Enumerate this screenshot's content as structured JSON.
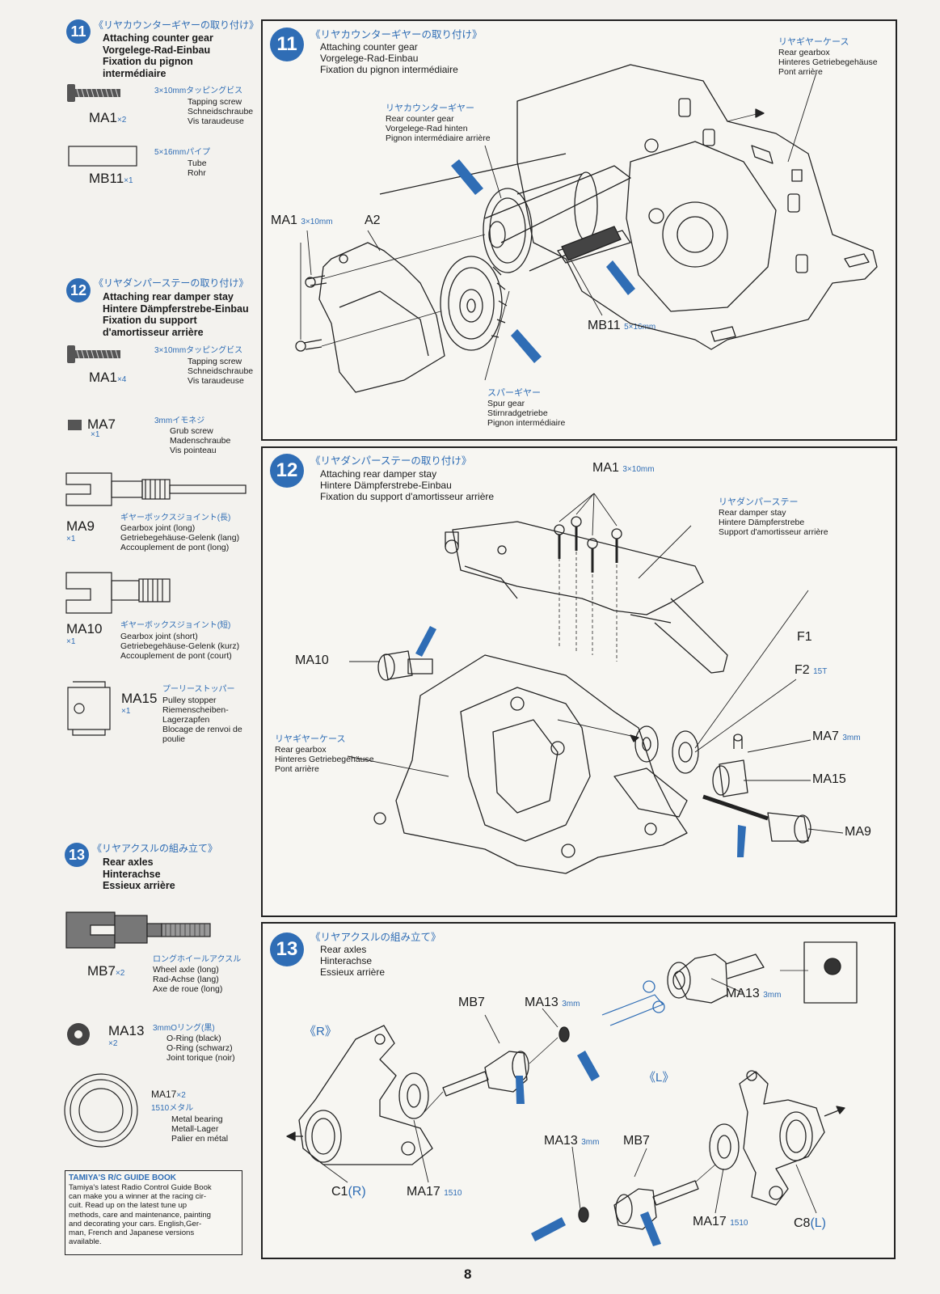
{
  "page_number": "8",
  "sidebar": {
    "step11": {
      "num": "11",
      "jp": "《リヤカウンターギヤーの取り付け》",
      "title": [
        "Attaching counter gear",
        "Vorgelege-Rad-Einbau",
        "Fixation du pignon",
        "intermédiaire"
      ],
      "parts": [
        {
          "code": "MA1",
          "qty": "×2",
          "jp": "3×10mmタッピングビス",
          "desc": [
            "Tapping screw",
            "Schneidschraube",
            "Vis taraudeuse"
          ]
        },
        {
          "code": "MB11",
          "qty": "×1",
          "jp": "5×16mmパイプ",
          "desc": [
            "Tube",
            "Rohr"
          ]
        }
      ]
    },
    "step12": {
      "num": "12",
      "jp": "《リヤダンパーステーの取り付け》",
      "title": [
        "Attaching rear damper stay",
        "Hintere Dämpferstrebe-Einbau",
        "Fixation du support",
        "d'amortisseur arrière"
      ],
      "parts": [
        {
          "code": "MA1",
          "qty": "×4",
          "jp": "3×10mmタッピングビス",
          "desc": [
            "Tapping screw",
            "Schneidschraube",
            "Vis taraudeuse"
          ]
        },
        {
          "code": "MA7",
          "qty": "×1",
          "jp": "3mmイモネジ",
          "desc": [
            "Grub screw",
            "Madenschraube",
            "Vis pointeau"
          ]
        },
        {
          "code": "MA9",
          "qty": "×1",
          "jp": "ギヤーボックスジョイント(長)",
          "desc": [
            "Gearbox joint (long)",
            "Getriebegehäuse-Gelenk (lang)",
            "Accouplement de pont (long)"
          ]
        },
        {
          "code": "MA10",
          "qty": "×1",
          "jp": "ギヤーボックスジョイント(短)",
          "desc": [
            "Gearbox joint (short)",
            "Getriebegehäuse-Gelenk (kurz)",
            "Accouplement de pont (court)"
          ]
        },
        {
          "code": "MA15",
          "qty": "×1",
          "jp": "プーリーストッパー",
          "desc": [
            "Pulley stopper",
            "Riemenscheiben-",
            "Lagerzapfen",
            "Blocage de renvoi de",
            "poulie"
          ]
        }
      ]
    },
    "step13": {
      "num": "13",
      "jp": "《リヤアクスルの組み立て》",
      "title": [
        "Rear axles",
        "Hinterachse",
        "Essieux arrière"
      ],
      "parts": [
        {
          "code": "MB7",
          "qty": "×2",
          "jp": "ロングホイールアクスル",
          "desc": [
            "Wheel axle (long)",
            "Rad-Achse (lang)",
            "Axe de roue (long)"
          ]
        },
        {
          "code": "MA13",
          "qty": "×2",
          "jp": "3mmOリング(黒)",
          "desc": [
            "O-Ring (black)",
            "O-Ring (schwarz)",
            "Joint torique (noir)"
          ]
        },
        {
          "code": "MA17",
          "qty": "×2",
          "jp": "1510メタル",
          "desc": [
            "Metal bearing",
            "Metall-Lager",
            "Palier en métal"
          ]
        }
      ]
    },
    "guide": {
      "title": "TAMIYA'S R/C GUIDE BOOK",
      "lines": [
        "Tamiya's latest Radio Control Guide Book",
        "can make you a winner at the racing cir-",
        "cuit. Read up on the latest tune up",
        "methods, care and maintenance, painting",
        "and decorating your cars. English,Ger-",
        "man, French and Japanese versions",
        "available."
      ]
    }
  },
  "panel11": {
    "num": "11",
    "jp": "《リヤカウンターギヤーの取り付け》",
    "title": [
      "Attaching counter gear",
      "Vorgelege-Rad-Einbau",
      "Fixation du pignon intermédiaire"
    ],
    "rear_gearbox": {
      "jp": "リヤギヤーケース",
      "lines": [
        "Rear gearbox",
        "Hinteres Getriebegehäuse",
        "Pont arrière"
      ]
    },
    "counter_gear": {
      "jp": "リヤカウンターギヤー",
      "lines": [
        "Rear counter gear",
        "Vorgelege-Rad hinten",
        "Pignon intermédiaire arrière"
      ]
    },
    "spur_gear": {
      "jp": "スパーギヤー",
      "lines": [
        "Spur gear",
        "Stirnradgetriebe",
        "Pignon intermédiaire"
      ]
    },
    "ma1": "MA1",
    "ma1_size": "3×10mm",
    "a2": "A2",
    "mb11": "MB11",
    "mb11_size": "5×16mm"
  },
  "panel12": {
    "num": "12",
    "jp": "《リヤダンパーステーの取り付け》",
    "title": [
      "Attaching rear damper stay",
      "Hintere Dämpferstrebe-Einbau",
      "Fixation du support d'amortisseur arrière"
    ],
    "damper_stay": {
      "jp": "リヤダンパーステー",
      "lines": [
        "Rear damper stay",
        "Hintere Dämpferstrebe",
        "Support d'amortisseur arrière"
      ]
    },
    "rear_gearbox": {
      "jp": "リヤギヤーケース",
      "lines": [
        "Rear gearbox",
        "Hinteres Getriebegehäuse",
        "Pont arrière"
      ]
    },
    "ma1": "MA1",
    "ma1_size": "3×10mm",
    "ma10": "MA10",
    "f1": "F1",
    "f2": "F2",
    "f2_teeth": "15T",
    "ma7": "MA7",
    "ma7_size": "3mm",
    "ma15": "MA15",
    "ma9": "MA9"
  },
  "panel13": {
    "num": "13",
    "jp": "《リヤアクスルの組み立て》",
    "title": [
      "Rear axles",
      "Hinterachse",
      "Essieux arrière"
    ],
    "r": "《R》",
    "l": "《L》",
    "mb7": "MB7",
    "ma13": "MA13",
    "ma13_size": "3mm",
    "ma17": "MA17",
    "ma17_size": "1510",
    "c1": "C1",
    "c1_side": "(R)",
    "c8": "C8",
    "c8_side": "(L)"
  },
  "colors": {
    "accent": "#2f6db5",
    "line": "#222222",
    "paper": "#f3f2ee"
  }
}
